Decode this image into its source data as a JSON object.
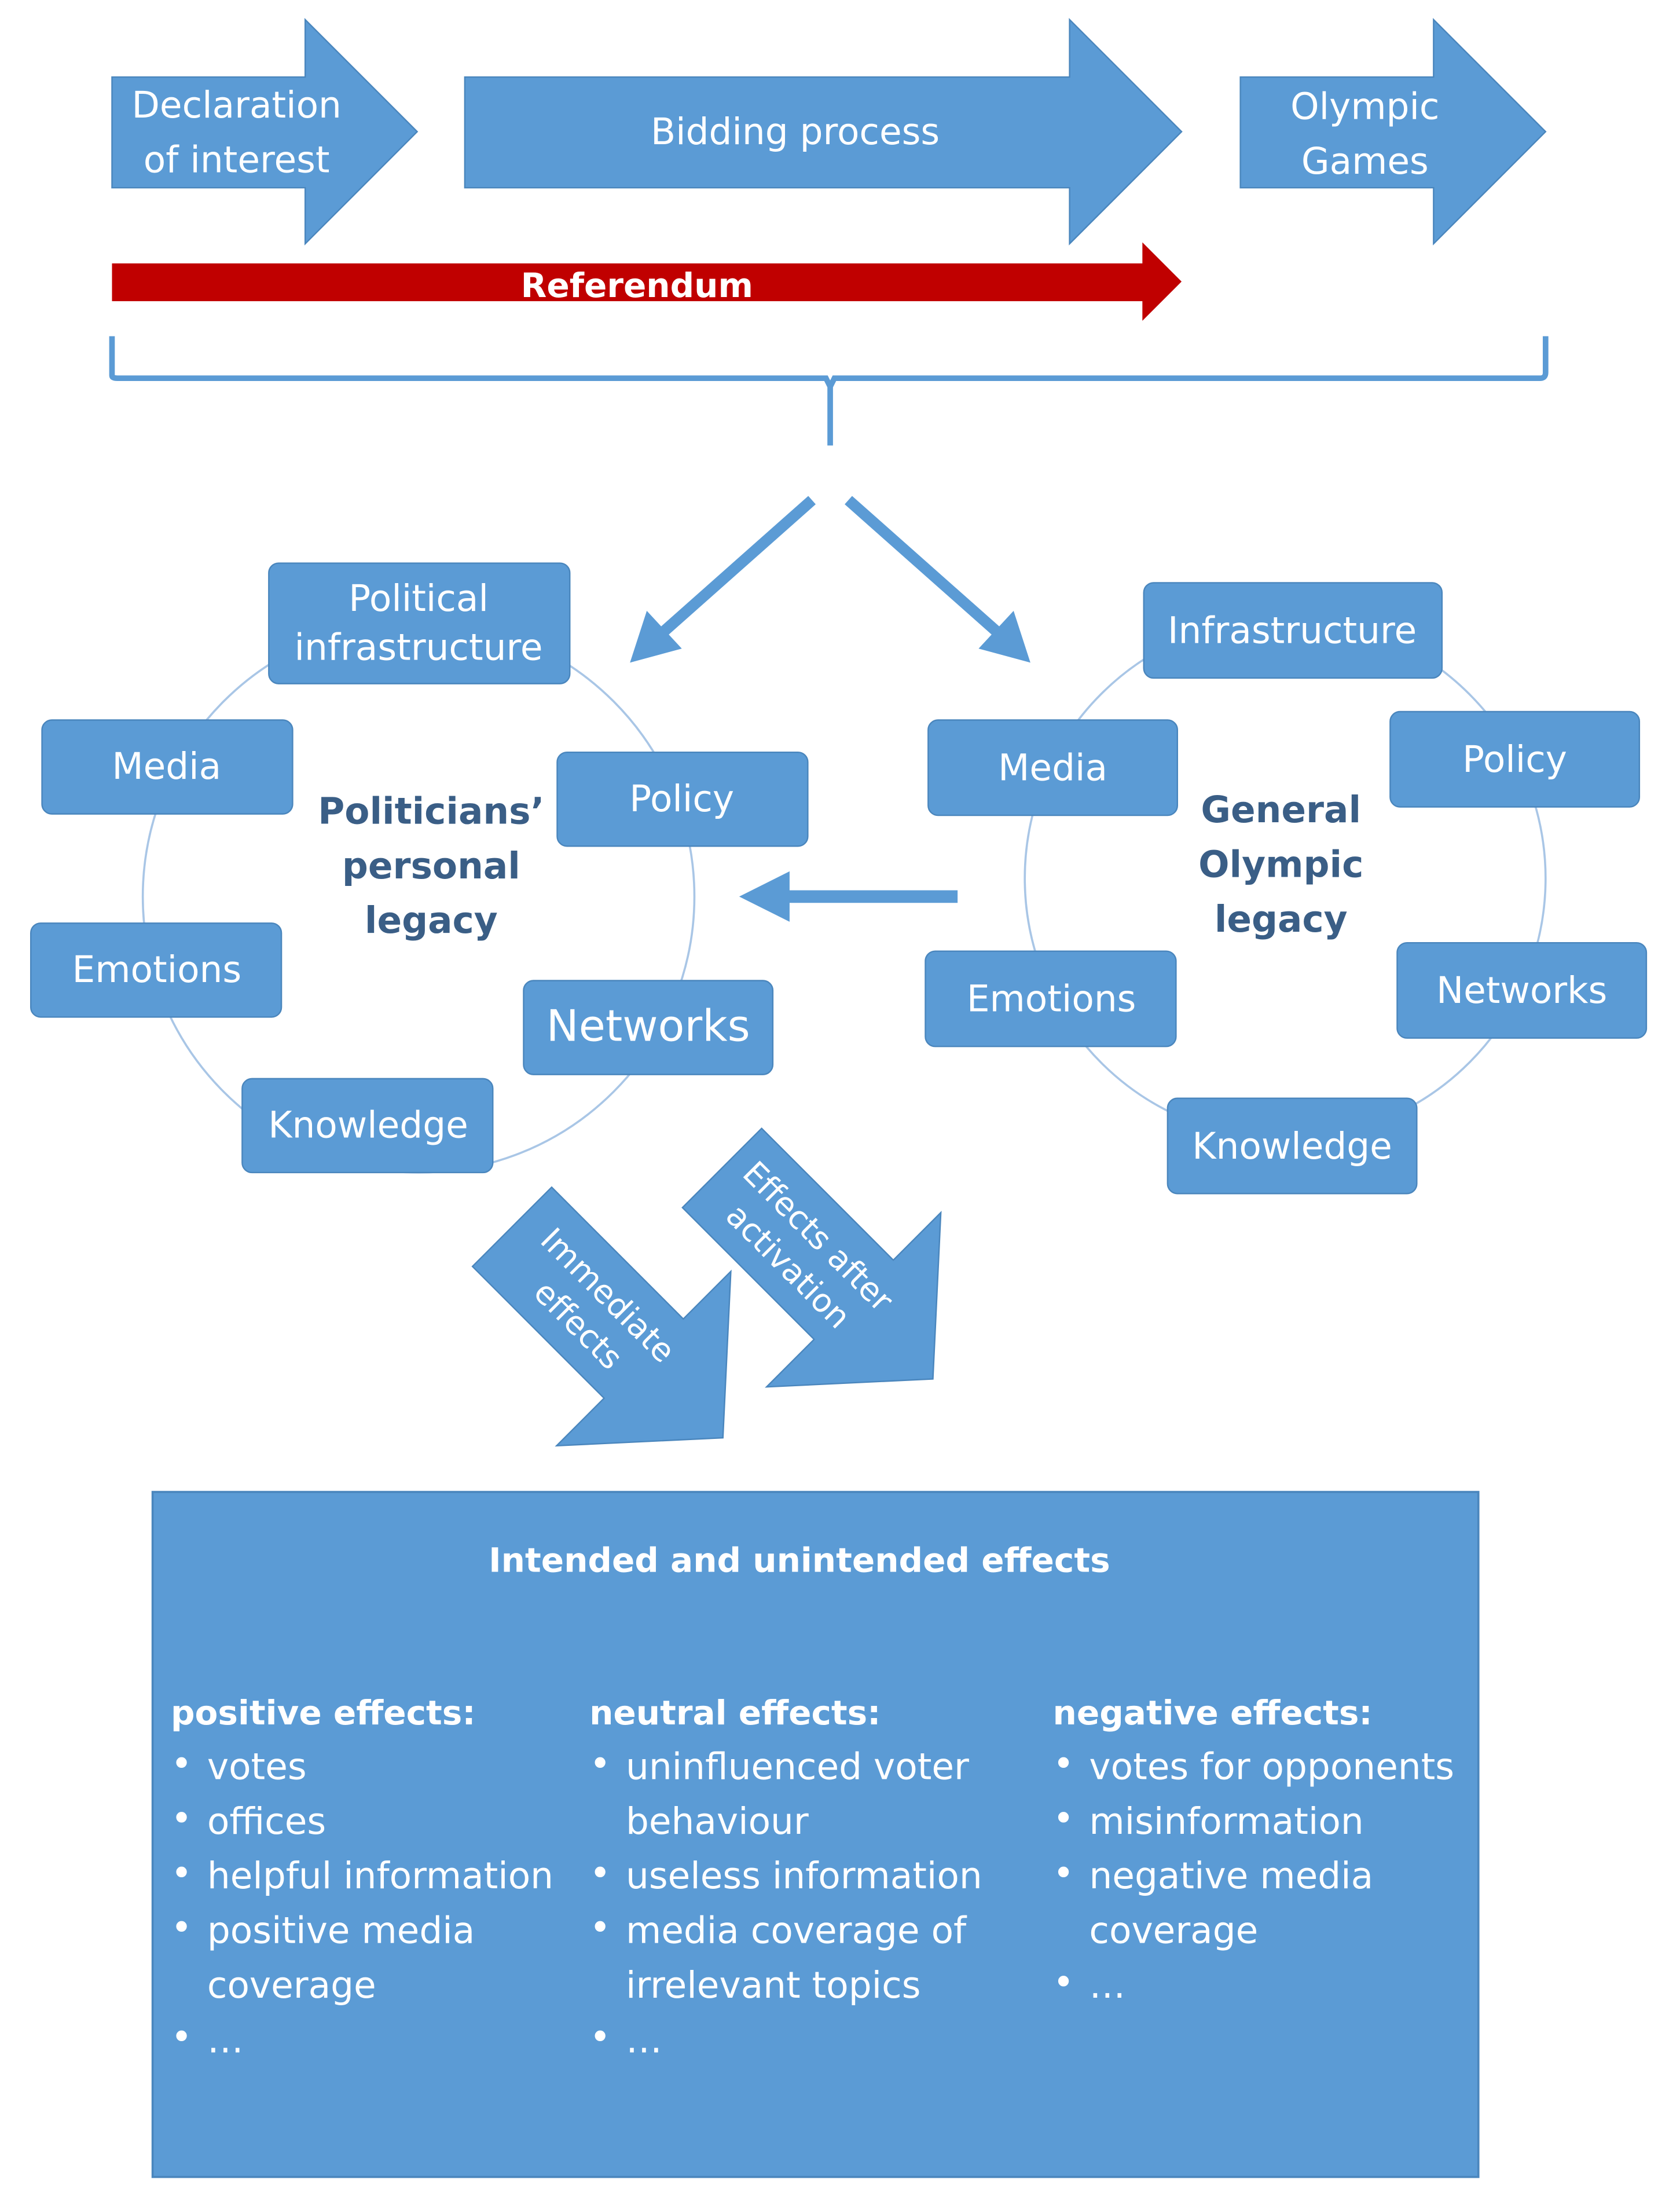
{
  "timeline": {
    "declaration": [
      "Declaration",
      "of interest"
    ],
    "bidding": "Bidding process",
    "games": [
      "Olympic",
      "Games"
    ],
    "referendum": "Referendum"
  },
  "left_cluster": {
    "center": [
      "Politicians’",
      "personal",
      "legacy"
    ],
    "political_infrastructure": [
      "Political",
      "infrastructure"
    ],
    "media": "Media",
    "policy": "Policy",
    "emotions": "Emotions",
    "networks": "Networks",
    "knowledge": "Knowledge"
  },
  "right_cluster": {
    "center": [
      "General",
      "Olympic",
      "legacy"
    ],
    "infrastructure": "Infrastructure",
    "media": "Media",
    "policy": "Policy",
    "emotions": "Emotions",
    "networks": "Networks",
    "knowledge": "Knowledge"
  },
  "effect_arrows": {
    "immediate": [
      "Immediate",
      "effects"
    ],
    "after_activation": [
      "Effects after",
      "activation"
    ]
  },
  "effects_box": {
    "title": "Intended and unintended effects",
    "positive": {
      "heading": "positive effects:",
      "items": [
        [
          "votes"
        ],
        [
          "offices"
        ],
        [
          "helpful information"
        ],
        [
          "positive media",
          "coverage"
        ],
        [
          "…"
        ]
      ]
    },
    "neutral": {
      "heading": "neutral effects:",
      "items": [
        [
          "uninfluenced voter",
          "behaviour"
        ],
        [
          "useless information"
        ],
        [
          "media coverage of",
          "irrelevant topics"
        ],
        [
          "…"
        ]
      ]
    },
    "negative": {
      "heading": "negative effects:",
      "items": [
        [
          "votes for opponents"
        ],
        [
          "misinformation"
        ],
        [
          "negative media",
          "coverage"
        ],
        [
          "…"
        ]
      ]
    }
  },
  "colors": {
    "box": "#5b9bd5",
    "box_border": "#4a86bd",
    "referendum": "#c00000",
    "center_text": "#3a5e86",
    "line": "#a9c6e6"
  }
}
